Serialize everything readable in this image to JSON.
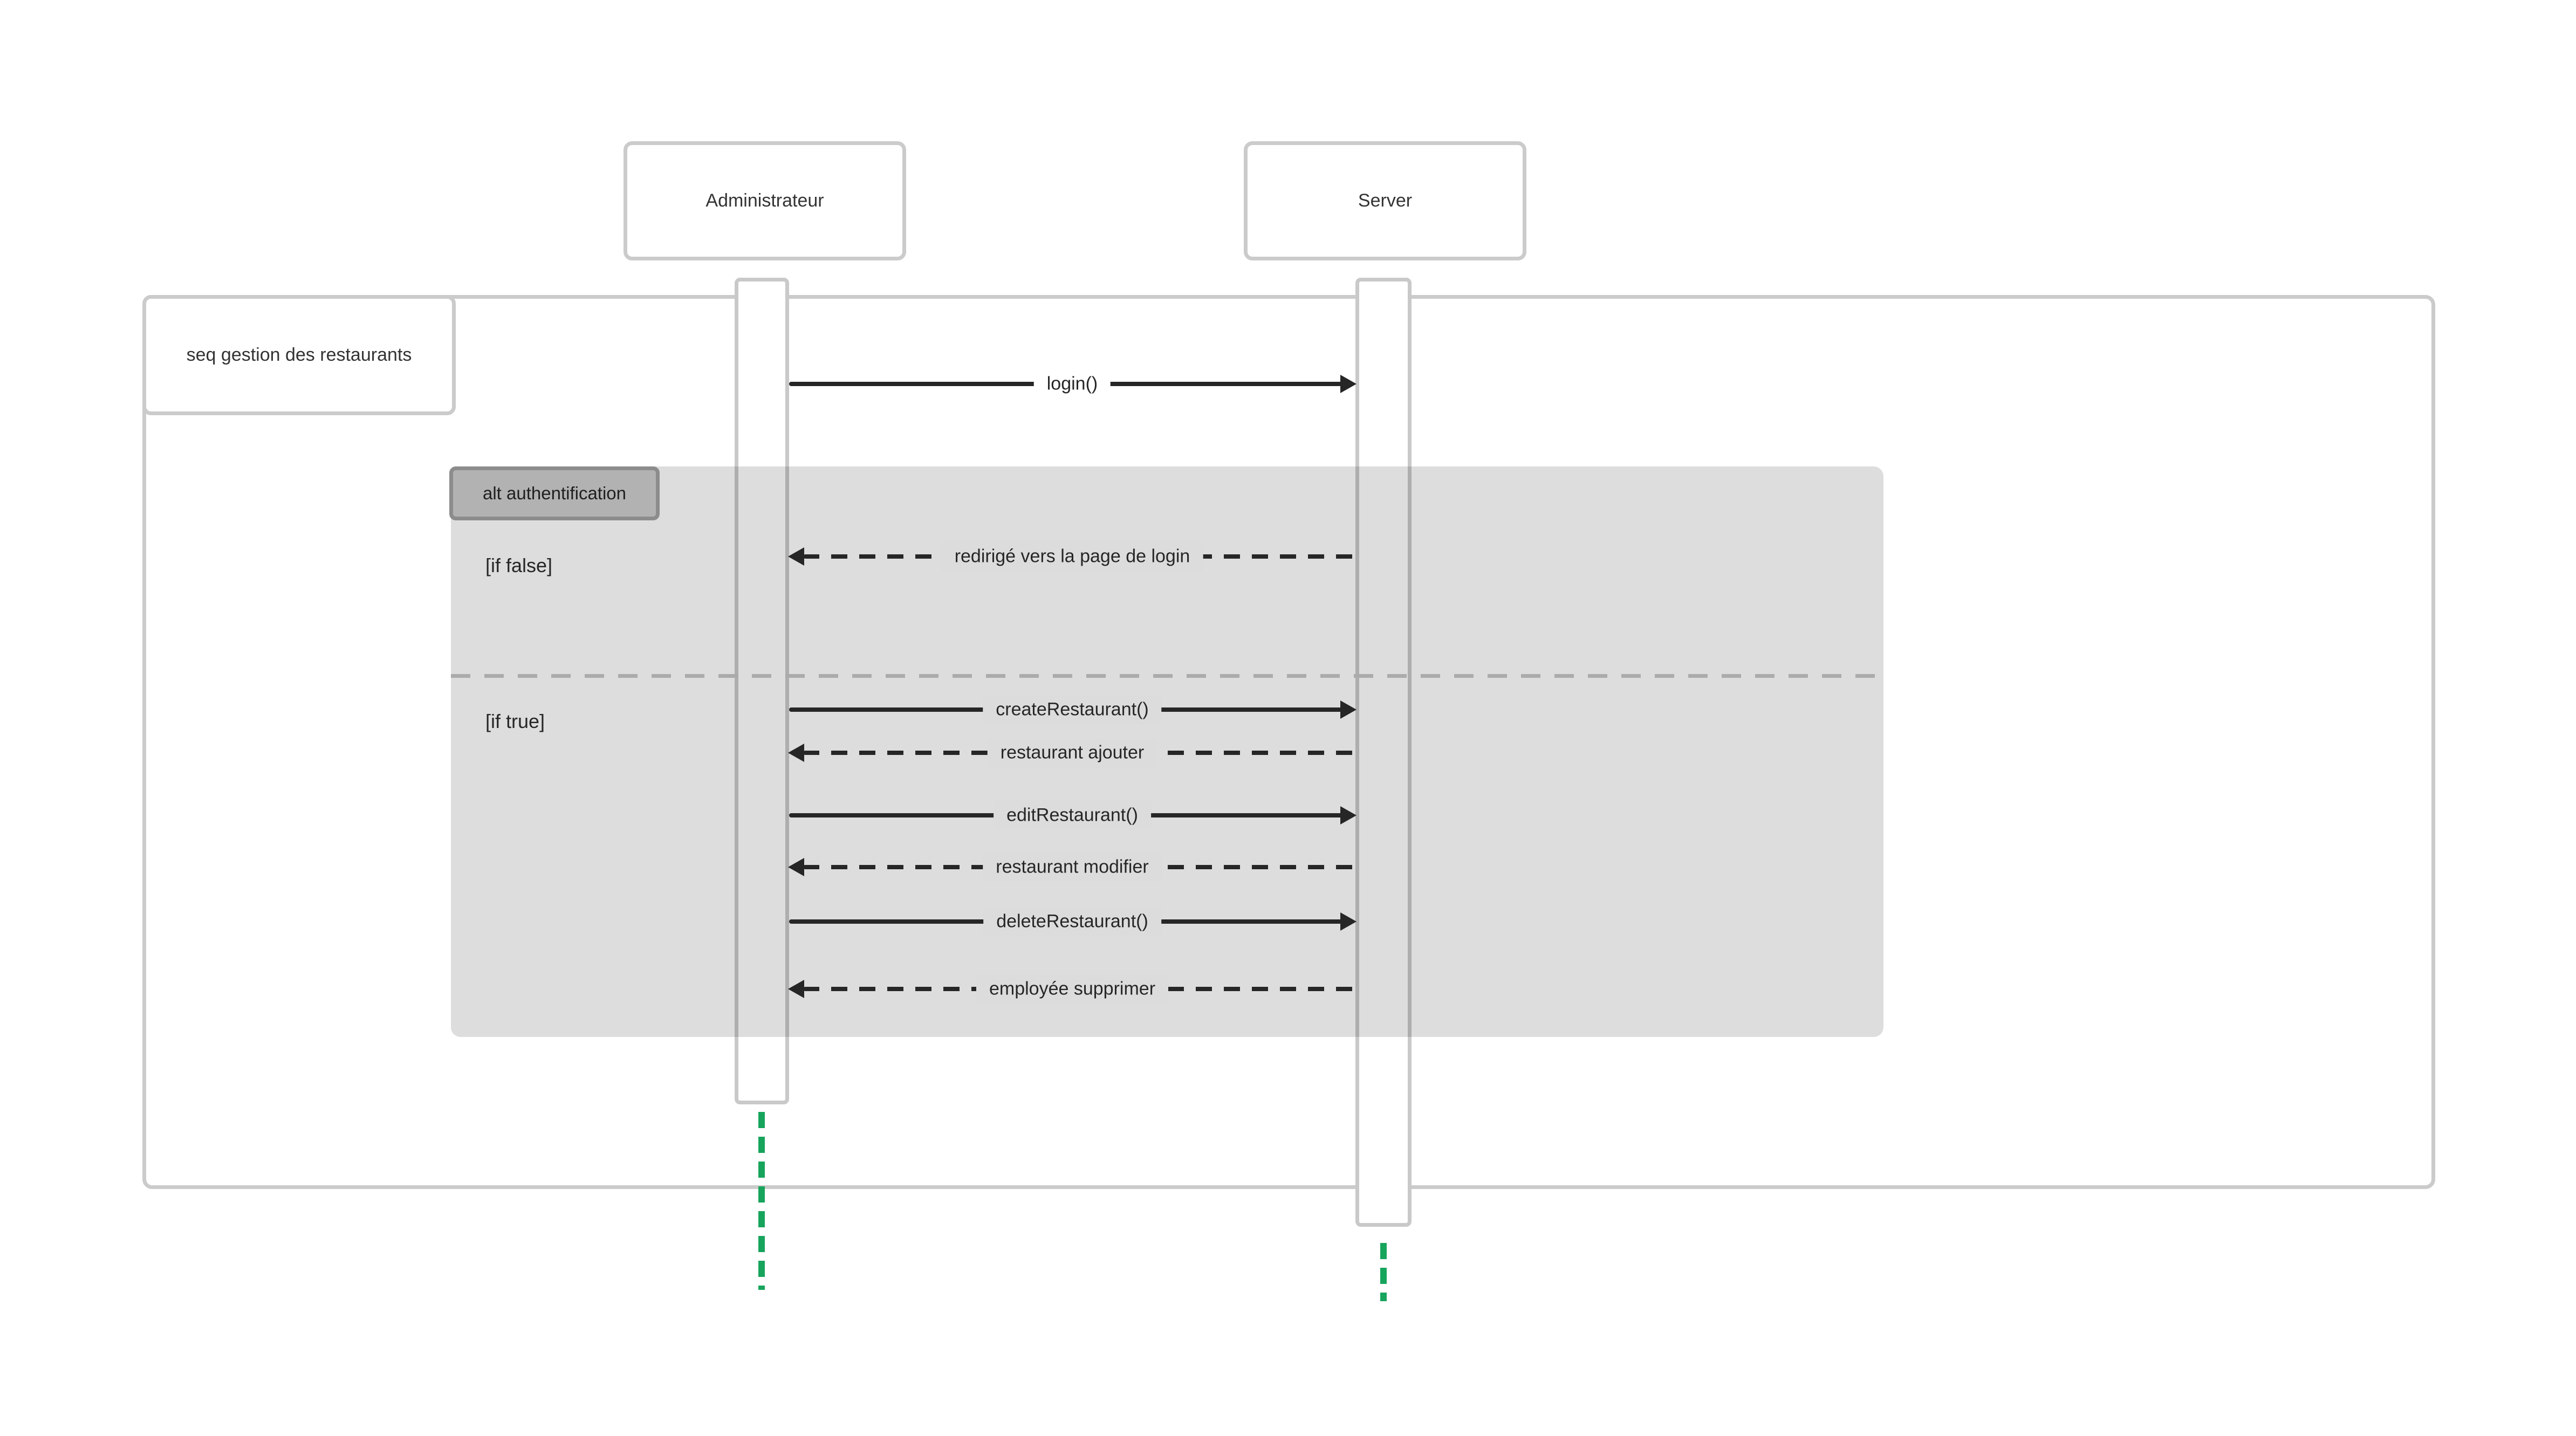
{
  "diagram": {
    "type": "uml-sequence",
    "frame": {
      "label": "seq gestion des restaurants"
    },
    "actors": [
      {
        "name": "Administrateur"
      },
      {
        "name": "Server"
      }
    ],
    "fragment": {
      "operator": "alt authentification",
      "branches": [
        {
          "guard": "[if false]"
        },
        {
          "guard": "[if true]"
        }
      ]
    },
    "messages": [
      {
        "label": "login()",
        "from": "Administrateur",
        "to": "Server",
        "line": "solid",
        "direction": "right"
      },
      {
        "label": "redirigé vers la page de login",
        "from": "Server",
        "to": "Administrateur",
        "line": "dashed",
        "direction": "left"
      },
      {
        "label": "createRestaurant()",
        "from": "Administrateur",
        "to": "Server",
        "line": "solid",
        "direction": "right"
      },
      {
        "label": "restaurant ajouter",
        "from": "Server",
        "to": "Administrateur",
        "line": "dashed",
        "direction": "left"
      },
      {
        "label": "editRestaurant()",
        "from": "Administrateur",
        "to": "Server",
        "line": "solid",
        "direction": "right"
      },
      {
        "label": "restaurant modifier",
        "from": "Server",
        "to": "Administrateur",
        "line": "dashed",
        "direction": "left"
      },
      {
        "label": "deleteRestaurant()",
        "from": "Administrateur",
        "to": "Server",
        "line": "solid",
        "direction": "right"
      },
      {
        "label": "employée supprimer",
        "from": "Server",
        "to": "Administrateur",
        "line": "dashed",
        "direction": "left"
      }
    ],
    "colors": {
      "lifeline": "#17a45c",
      "border_gray": "#c9c9c9",
      "box_border": "#cbcbcb",
      "fragment_fill": "#dcdcdc",
      "operator_fill": "#b2b2b2",
      "operator_border": "#8c8c8c",
      "message_black": "#262626",
      "separator_gray": "#ababab",
      "text_dark": "#333333"
    }
  }
}
